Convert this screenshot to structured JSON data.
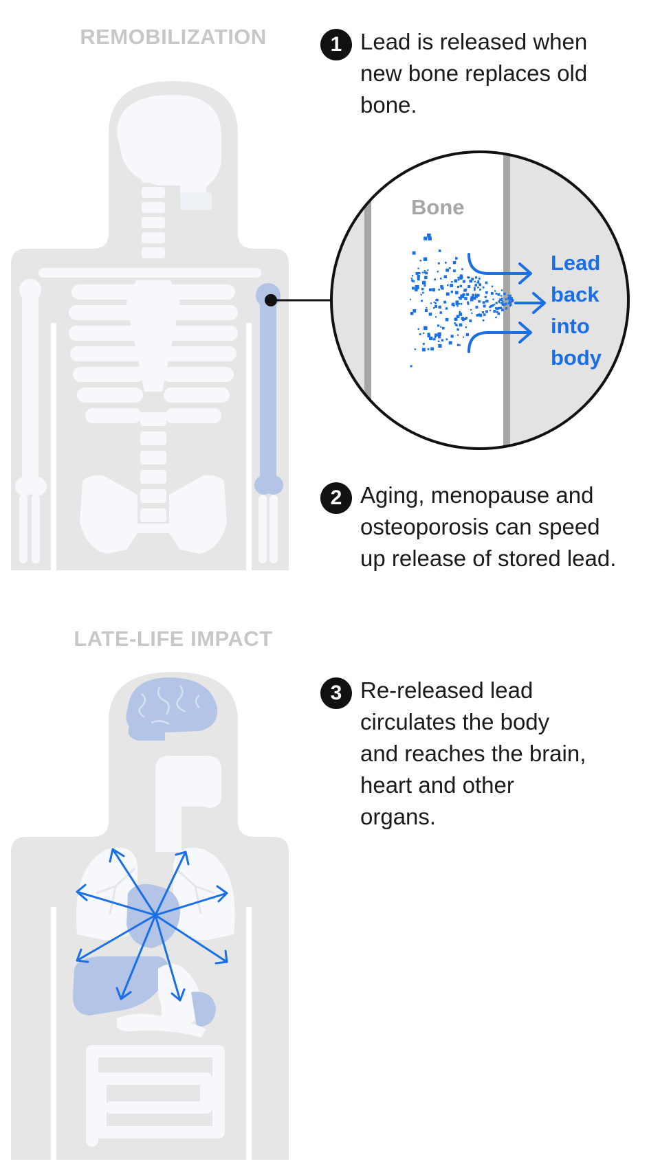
{
  "sections": [
    {
      "label": "REMOBILIZATION"
    },
    {
      "label": "LATE-LIFE IMPACT"
    }
  ],
  "steps": [
    {
      "num": "1",
      "text": "Lead is released when\nnew bone replaces old\nbone."
    },
    {
      "num": "2",
      "text": "Aging, menopause and\nosteoporosis can speed\nup release of stored lead."
    },
    {
      "num": "3",
      "text": "Re-released lead\ncirculates the body\nand reaches the brain,\nheart and other\norgans."
    }
  ],
  "inset": {
    "bone_label": "Bone",
    "lead_lines": [
      "Lead",
      "back",
      "into",
      "body"
    ]
  },
  "colors": {
    "silhouette": "#e6e6e6",
    "skeleton": "#f5f7fa",
    "highlight": "#b3c4e6",
    "lead_blue": "#1a6ee6",
    "label_gray": "#c7c7c7"
  }
}
